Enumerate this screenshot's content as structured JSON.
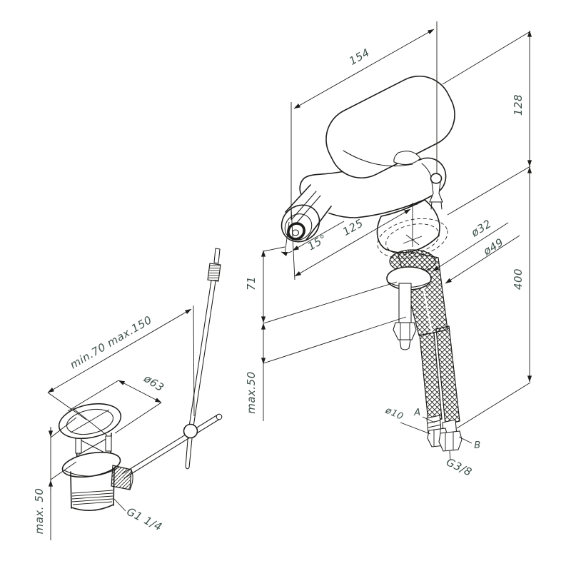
{
  "page": {
    "background": "#ffffff",
    "line_color": "#1d1d1b",
    "label_color": "#3e514b"
  },
  "drawing": {
    "kind": "faucet installation dimension drawing",
    "drain_assembly": {
      "rod_length_range": "min.70 max.150",
      "flange_diameter": "ø63",
      "mounting_depth_max": "max. 50",
      "waste_thread": "G1 1/4"
    },
    "mixer": {
      "body_length": "154",
      "height_above_deck": "128",
      "hose_length": "400",
      "spout_projection": "125",
      "spout_angle": "15°",
      "hole_diameter": "ø32",
      "base_diameter": "ø49",
      "spout_height": "71",
      "deck_thickness_max": "max.50",
      "pin_diameter": "ø10",
      "hose_label_a": "A",
      "hose_label_b": "B",
      "hose_thread": "G3/8"
    }
  }
}
